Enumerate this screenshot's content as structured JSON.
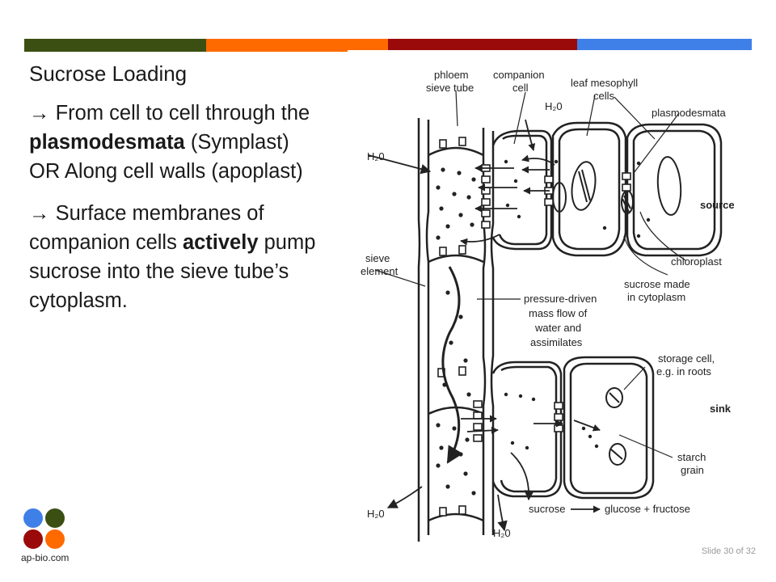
{
  "slide": {
    "heading": "Sucrose Loading",
    "para1": {
      "arrow": "→",
      "text_a": " From cell to cell through the ",
      "bold": "plasmodesmata",
      "text_b": " (Symplast)"
    },
    "para2": "OR Along cell walls (apoplast)",
    "para3": {
      "arrow": "→",
      "text_a": " Surface membranes of companion cells ",
      "bold": "actively",
      "text_b": " pump sucrose into the sieve tube’s cytoplasm."
    },
    "slide_number": "Slide 30 of 32"
  },
  "colors": {
    "bar": [
      "#3b4f12",
      "#ff6a00",
      "#ff6a00",
      "#9b0a0a",
      "#3f7fe8"
    ],
    "logo": [
      "#3f7fe8",
      "#3b4f12",
      "#9b0a0a",
      "#ff6a00"
    ]
  },
  "logo": {
    "text": "ap-bio.com"
  },
  "diagram": {
    "labels": {
      "phloem_sieve_tube": [
        "phloem",
        "sieve tube"
      ],
      "companion_cell": [
        "companion",
        "cell"
      ],
      "leaf_mesophyll": [
        "leaf mesophyll",
        "cells"
      ],
      "plasmodesmata": "plasmodesmata",
      "h2o_top": "H₂0",
      "h2o_left": "H₂0",
      "source": "source",
      "sieve_element": [
        "sieve",
        "element"
      ],
      "chloroplast": "chloroplast",
      "pressure_flow": [
        "pressure-driven",
        "mass flow of",
        "water and",
        "assimilates"
      ],
      "sucrose_made": [
        "sucrose made",
        "in cytoplasm"
      ],
      "storage_cell": [
        "storage cell,",
        "e.g. in roots"
      ],
      "sink": "sink",
      "starch_grain": [
        "starch",
        "grain"
      ],
      "h2o_bottom_left": "H₂0",
      "h2o_bottom": "H₂0",
      "sucrose": "sucrose",
      "glucose_fructose": "glucose + fructose"
    }
  }
}
